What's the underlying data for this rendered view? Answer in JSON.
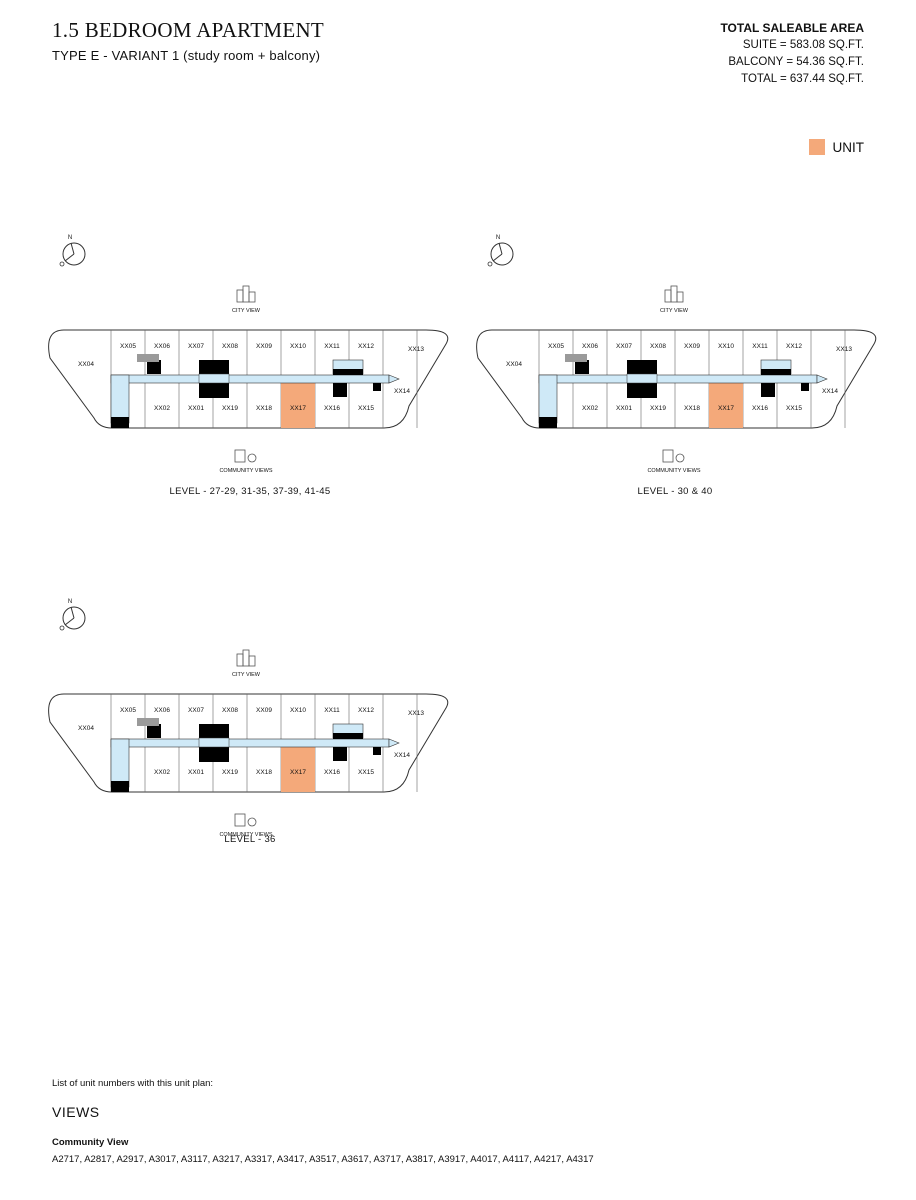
{
  "header": {
    "title": "1.5 BEDROOM APARTMENT",
    "subtitle": "TYPE E - VARIANT 1 (study room + balcony)"
  },
  "area": {
    "heading": "TOTAL SALEABLE AREA",
    "suite": "SUITE = 583.08 SQ.FT.",
    "balcony": "BALCONY = 54.36 SQ.FT.",
    "total": "TOTAL = 637.44 SQ.FT."
  },
  "legend": {
    "label": "UNIT",
    "color": "#f4a97a"
  },
  "plans": [
    {
      "level": "LEVEL - 27-29, 31-35, 37-39, 41-45",
      "city": "CITY VIEW",
      "community": "COMMUNITY VIEWS",
      "north": "N"
    },
    {
      "level": "LEVEL - 30 & 40",
      "city": "CITY VIEW",
      "community": "COMMUNITY VIEWS",
      "north": "N"
    },
    {
      "level": "LEVEL - 36",
      "city": "CITY VIEW",
      "community": "COMMUNITY VIEWS",
      "north": "N"
    }
  ],
  "units": {
    "top": [
      "XX05",
      "XX06",
      "XX07",
      "XX08",
      "XX09",
      "XX10",
      "XX11",
      "XX12"
    ],
    "bottom": [
      "XX02",
      "XX01",
      "XX19",
      "XX18",
      "XX17",
      "XX16",
      "XX15"
    ],
    "left": "XX04",
    "right_top": "XX13",
    "right_bottom": "XX14",
    "highlighted": "XX17"
  },
  "colors": {
    "highlight": "#f4a97a",
    "corridor": "#cfe9f7",
    "core": "#000000",
    "outline": "#333333"
  },
  "footer": {
    "intro": "List of unit numbers with this unit plan:",
    "views": "VIEWS",
    "community_view": "Community View",
    "unit_list": "A2717, A2817, A2917, A3017, A3117, A3217, A3317, A3417, A3517, A3617, A3717, A3817, A3917, A4017, A4117, A4217, A4317"
  }
}
